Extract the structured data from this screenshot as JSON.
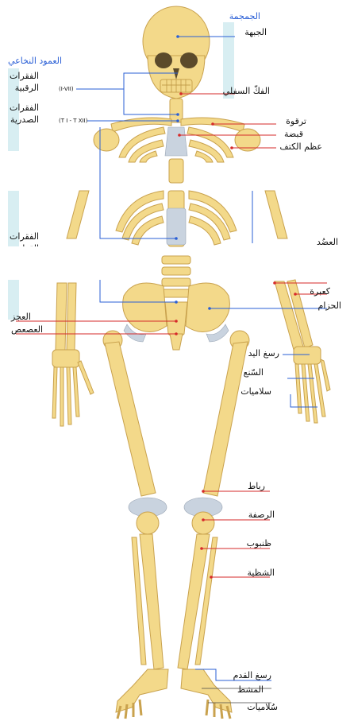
{
  "labels": {
    "skull": "الجمجمة",
    "frontal": "الجبهة",
    "mandible": "الفكّ السفلي",
    "spine": "العمود النخاعي",
    "cervical": "الفقرات\nالرقبية",
    "cervical_range": "(I-VII)",
    "thoracic": "الفقرات\nالصدرية",
    "thoracic_range": "(T I - T XII)",
    "clavicle": "ترقوة",
    "sternum": "قبضة",
    "scapula": "عظم الكتف",
    "lumbar": "الفقرات\nالقطنية",
    "humerus": "العضُد",
    "radius": "كعبرة",
    "ulna": "الحزام",
    "sacrum": "العجز",
    "coccyx": "العصعص",
    "carpus": "رسغ اليد",
    "metacarpus": "السّنع",
    "phalanges_hand": "سلاميات",
    "ligament": "رباط",
    "patella": "الرصفة",
    "tibia": "ظنبوب",
    "fibula": "الشظية",
    "tarsus": "رسغ القدم",
    "metatarsus": "المشط",
    "phalanges_foot": "سُلاميات"
  },
  "colors": {
    "bone": "#f3d98a",
    "bone_dark": "#d9b560",
    "cartilage": "#c9d3df",
    "label_blue": "#2a5fd6",
    "line_blue": "#2a5fd6",
    "line_red": "#d62a2a",
    "band": "#d8eef2"
  }
}
